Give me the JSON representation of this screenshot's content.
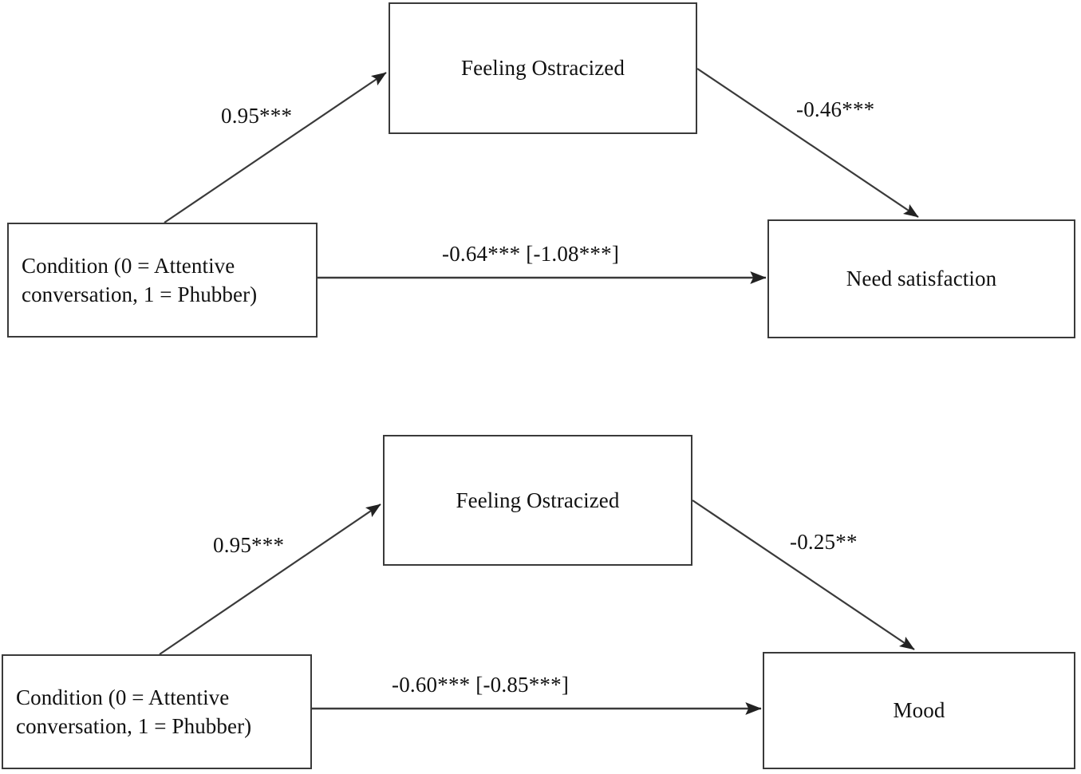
{
  "figure": {
    "type": "path-diagram",
    "description": "Two mediation path models",
    "line_color": "#3a3a3a",
    "text_color": "#111111",
    "background": "#ffffff"
  },
  "models": [
    {
      "id": "model-need-satisfaction",
      "nodes": {
        "mediator": "Feeling Ostracized",
        "predictor": "Condition (0 = Attentive\nconversation, 1 = Phubber)",
        "outcome": "Need satisfaction"
      },
      "paths": {
        "a_label": "0.95***",
        "b_label": "-0.46***",
        "c_label": "-0.64*** [-1.08***]"
      }
    },
    {
      "id": "model-mood",
      "nodes": {
        "mediator": "Feeling Ostracized",
        "predictor": "Condition (0 = Attentive\nconversation, 1 = Phubber)",
        "outcome": "Mood"
      },
      "paths": {
        "a_label": "0.95***",
        "b_label": "-0.25**",
        "c_label": "-0.60*** [-0.85***]"
      }
    }
  ]
}
